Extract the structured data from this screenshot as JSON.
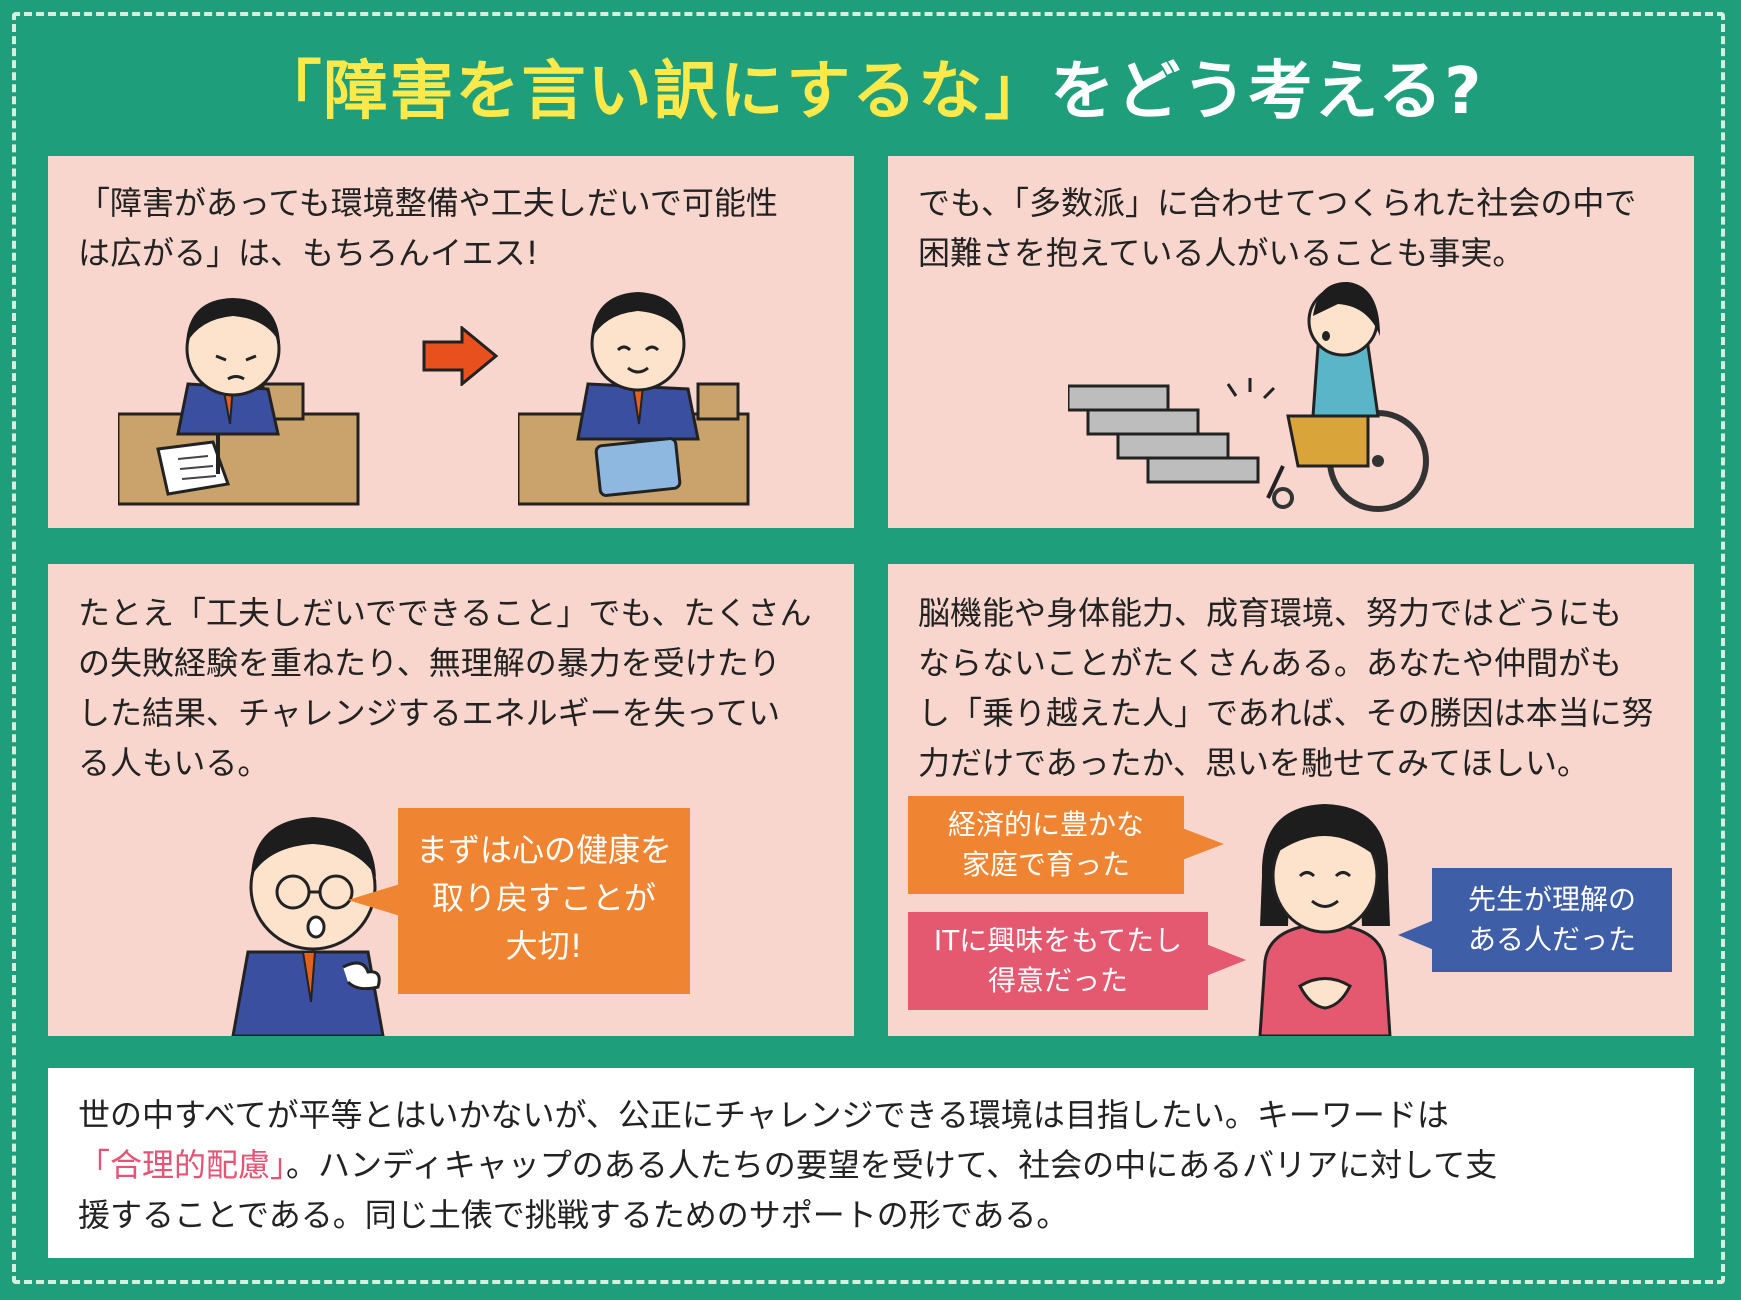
{
  "title": {
    "highlight": "「障害を言い訳にするな」",
    "rest": "をどう考える?"
  },
  "panels": [
    {
      "lines": [
        "「障害があっても環境整備や工夫しだいで可能性",
        "は広がる」は、もちろんイエス!"
      ]
    },
    {
      "lines": [
        "でも、「多数派」に合わせてつくられた社会の中で",
        "困難さを抱えている人がいることも事実。"
      ]
    },
    {
      "lines": [
        "たとえ「工夫しだいでできること」でも、たくさん",
        "の失敗経験を重ねたり、無理解の暴力を受けたり",
        "した結果、チャレンジするエネルギーを失ってい",
        "る人もいる。"
      ],
      "bubble_lines": [
        "まずは心の健康を",
        "取り戻すことが",
        "大切!"
      ]
    },
    {
      "lines": [
        "脳機能や身体能力、成育環境、努力ではどうにも",
        "ならないことがたくさんある。あなたや仲間がも",
        "し「乗り越えた人」であれば、その勝因は本当に努",
        "力だけであったか、思いを馳せてみてほしい。"
      ],
      "bubbles": [
        {
          "lines": [
            "経済的に豊かな",
            "家庭で育った"
          ],
          "color": "#ef8532"
        },
        {
          "lines": [
            "ITに興味をもてたし",
            "得意だった"
          ],
          "color": "#e4596f"
        },
        {
          "lines": [
            "先生が理解の",
            "ある人だった"
          ],
          "color": "#3f5ea8"
        }
      ]
    }
  ],
  "bottom": {
    "line1": "世の中すべてが平等とはいかないが、公正にチャレンジできる環境は目指したい。キーワードは",
    "line2_highlight": "「合理的配慮」",
    "line2_rest": "。ハンディキャップのある人たちの要望を受けて、社会の中にあるバリアに対して支",
    "line3": "援することである。同じ土俵で挑戦するためのサポートの形である。"
  },
  "colors": {
    "background": "#1f9e7c",
    "panel": "#f9d6cd",
    "title_highlight": "#fde94a",
    "orange_bubble": "#ef8532",
    "arrow": "#e8501e",
    "keyword": "#e45475"
  }
}
